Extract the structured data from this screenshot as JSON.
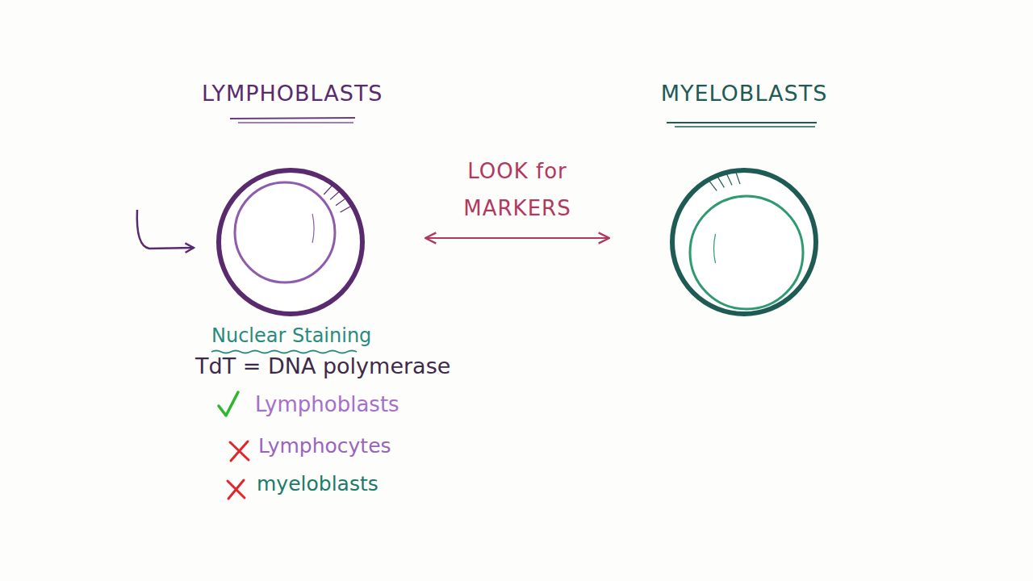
{
  "diagram": {
    "nodes": [
      {
        "text": [
          "LYMPHOBLASTS"
        ]
      },
      {
        "text": [
          "MYELOBLASTS"
        ]
      }
    ],
    "edges": [
      {
        "from": 0,
        "to": 1,
        "label": "LOOK for MARKERS",
        "arrow": "both"
      }
    ],
    "labels": [
      "Nuclear Staining",
      "TdT = DNA polymerase",
      "Lymphoblasts",
      "Lymphocytes",
      "myeloblasts"
    ]
  }
}
